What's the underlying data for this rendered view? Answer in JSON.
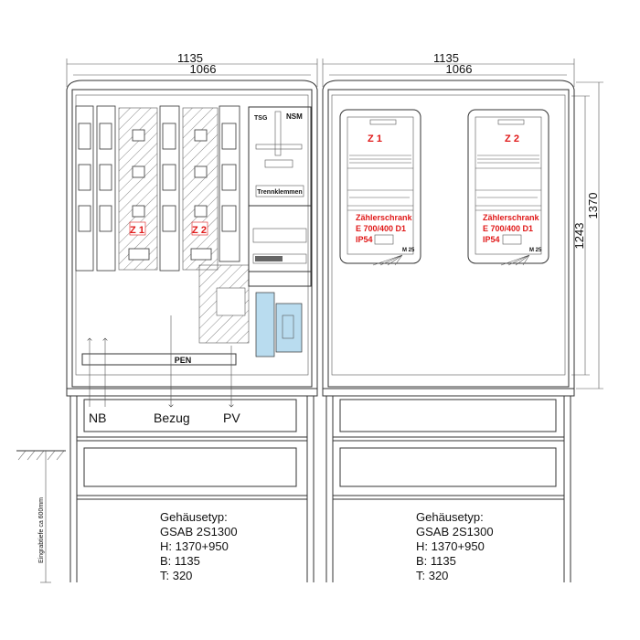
{
  "dimensions": {
    "left_outer_width": "1135",
    "left_inner_width": "1066",
    "right_outer_width": "1135",
    "right_inner_width": "1066",
    "inner_height": "1243",
    "outer_height": "1370"
  },
  "left_cabinet": {
    "tsg_label": "TSG",
    "nsm_label": "NSM",
    "terminal_label": "Trennklemmen",
    "z1_label": "Z 1",
    "z2_label": "Z 2",
    "pen_label": "PEN",
    "nb_label": "NB",
    "bezug_label": "Bezug",
    "pv_label": "PV",
    "burial_depth_label": "Eingrabtiefe ca 600mm",
    "info": [
      "Gehäusetyp:",
      "GSAB 2S1300",
      "H: 1370+950",
      "B: 1135",
      "T: 320"
    ]
  },
  "right_cabinet": {
    "meters": [
      {
        "id": "Z 1",
        "lines": [
          "Zählerschrank",
          "E 700/400 D1",
          "IP54"
        ],
        "gland": "M 25"
      },
      {
        "id": "Z 2",
        "lines": [
          "Zählerschrank",
          "E 700/400 D1",
          "IP54"
        ],
        "gland": "M 25"
      }
    ],
    "info": [
      "Gehäusetyp:",
      "GSAB 2S1300",
      "H: 1370+950",
      "B: 1135",
      "T: 320"
    ]
  },
  "colors": {
    "accent_red": "#e01818",
    "module_blue": "#b9dcef"
  }
}
